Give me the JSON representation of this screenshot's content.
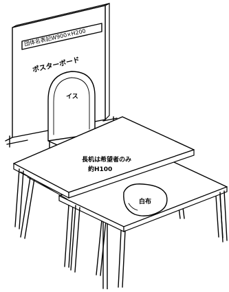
{
  "labels": {
    "board_size": "団体名表記W900×H200",
    "poster_board": "ポスターボード",
    "chair": "イス",
    "table_top_line1": "長机は希望者のみ",
    "table_top_line2": "約H100",
    "cloth": "白布"
  }
}
